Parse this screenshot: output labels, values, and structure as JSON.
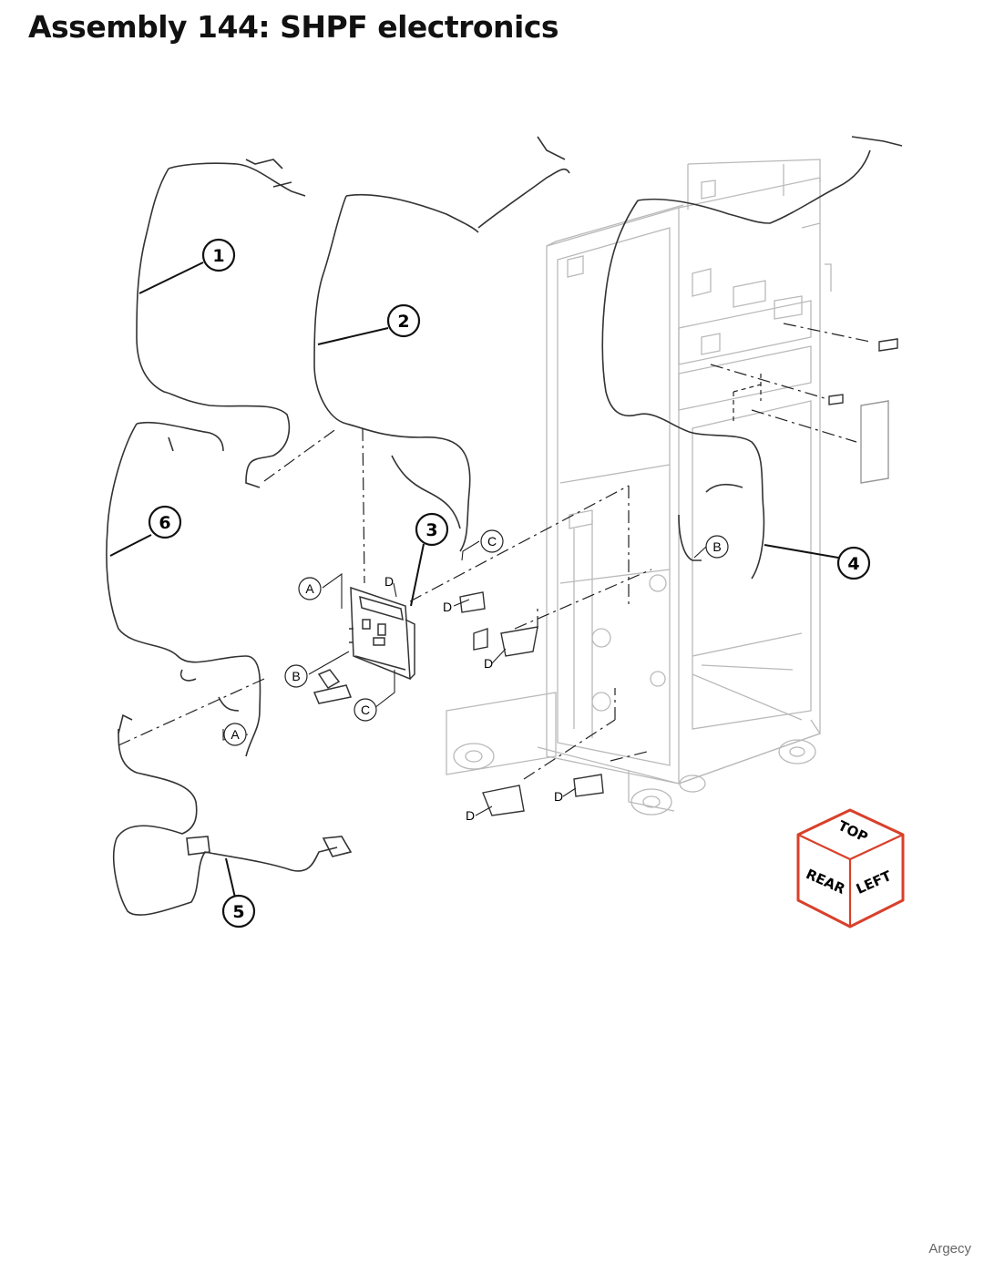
{
  "page": {
    "title": "Assembly 144: SHPF electronics",
    "watermark": "Argecy"
  },
  "callouts": [
    {
      "number": "1"
    },
    {
      "number": "2"
    },
    {
      "number": "3"
    },
    {
      "number": "4"
    },
    {
      "number": "5"
    },
    {
      "number": "6"
    }
  ],
  "connector_refs": {
    "a_top": "A",
    "a_bottom": "A",
    "b_board": "B",
    "b_right": "B",
    "c_top": "C",
    "c_bottom": "C",
    "d_board": "D",
    "d_1": "D",
    "d_2": "D",
    "d_3": "D",
    "d_4": "D"
  },
  "orientation_cube": {
    "top": "TOP",
    "rear": "REAR",
    "left": "LEFT",
    "edge_color": "#d9402a"
  },
  "colors": {
    "line_art": "#222222",
    "frame_light": "#b9b9b9",
    "accent": "#d9402a"
  }
}
